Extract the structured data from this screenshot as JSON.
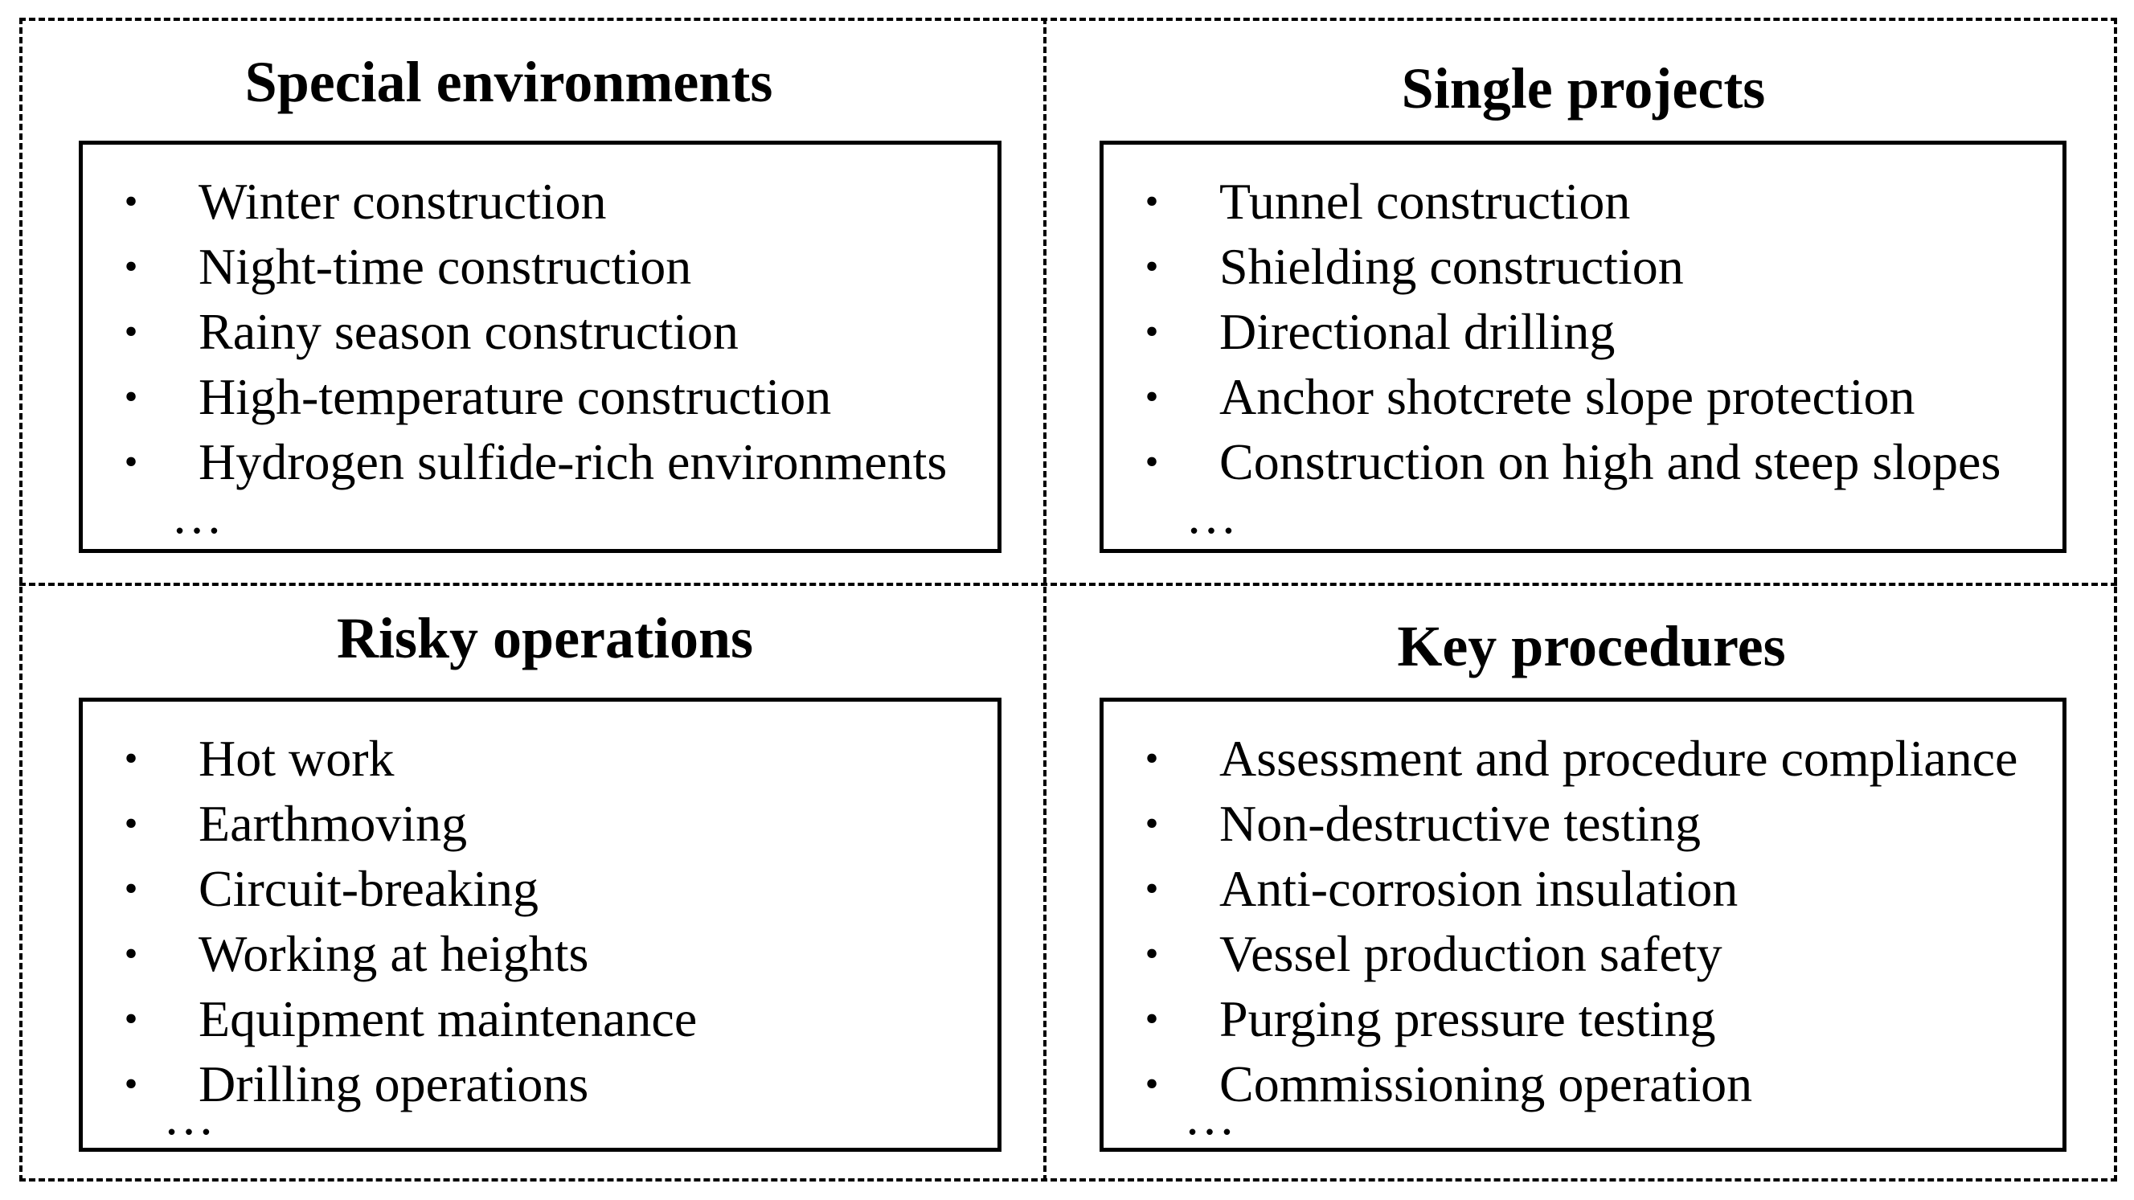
{
  "quadrants": {
    "special": {
      "title": "Special environments",
      "items": [
        "Winter construction",
        "Night-time construction",
        "Rainy season construction",
        "High-temperature construction",
        "Hydrogen sulfide-rich environments"
      ],
      "more": "…"
    },
    "single": {
      "title": "Single projects",
      "items": [
        "Tunnel construction",
        "Shielding construction",
        "Directional drilling",
        "Anchor shotcrete slope protection",
        "Construction on high and steep slopes"
      ],
      "more": "…"
    },
    "risky": {
      "title": "Risky operations",
      "items": [
        "Hot work",
        "Earthmoving",
        "Circuit-breaking",
        "Working at heights",
        "Equipment maintenance",
        "Drilling operations"
      ],
      "more": "…"
    },
    "key": {
      "title": "Key procedures",
      "items": [
        "Assessment and procedure compliance",
        "Non-destructive testing",
        "Anti-corrosion insulation",
        "Vessel production safety",
        "Purging pressure testing",
        "Commissioning operation"
      ],
      "more": "…"
    }
  },
  "bullet_char": "•"
}
